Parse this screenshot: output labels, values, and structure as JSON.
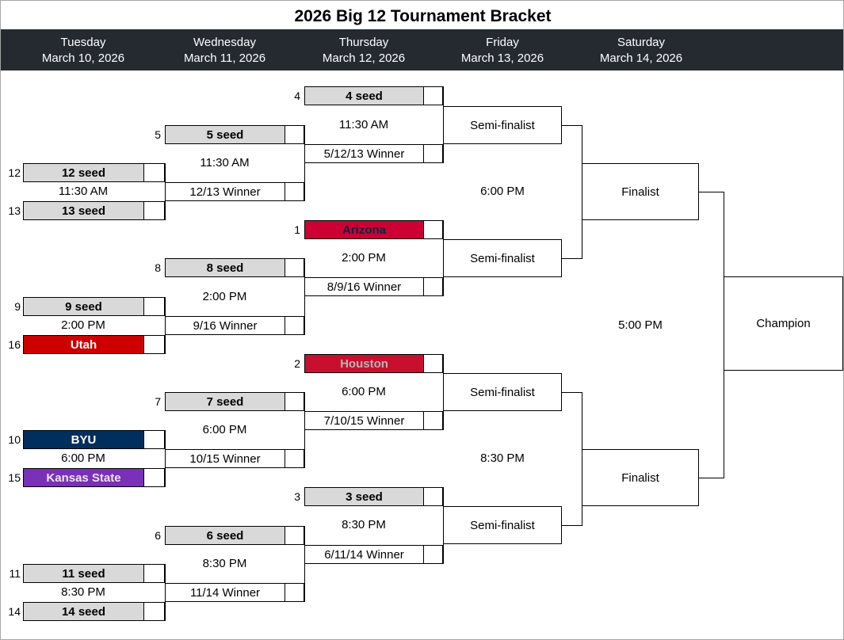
{
  "title": "2026 Big 12 Tournament Bracket",
  "header": {
    "columns": [
      {
        "day": "Tuesday",
        "date": "March 10, 2026"
      },
      {
        "day": "Wednesday",
        "date": "March 11, 2026"
      },
      {
        "day": "Thursday",
        "date": "March 12, 2026"
      },
      {
        "day": "Friday",
        "date": "March 13, 2026"
      },
      {
        "day": "Saturday",
        "date": "March 14, 2026"
      }
    ]
  },
  "bracket": {
    "round1": [
      {
        "seed": "12",
        "label": "12 seed"
      },
      {
        "seed": "13",
        "label": "13 seed"
      },
      {
        "seed": "9",
        "label": "9 seed"
      },
      {
        "seed": "16",
        "label": "Utah"
      },
      {
        "seed": "10",
        "label": "BYU"
      },
      {
        "seed": "15",
        "label": "Kansas State"
      },
      {
        "seed": "11",
        "label": "11 seed"
      },
      {
        "seed": "14",
        "label": "14 seed"
      }
    ],
    "round2": [
      {
        "seed": "5",
        "label": "5 seed"
      },
      {
        "label": "12/13 Winner"
      },
      {
        "seed": "8",
        "label": "8 seed"
      },
      {
        "label": "9/16 Winner"
      },
      {
        "seed": "7",
        "label": "7 seed"
      },
      {
        "label": "10/15 Winner"
      },
      {
        "seed": "6",
        "label": "6 seed"
      },
      {
        "label": "11/14 Winner"
      }
    ],
    "round3": [
      {
        "seed": "4",
        "label": "4 seed"
      },
      {
        "label": "5/12/13 Winner"
      },
      {
        "seed": "1",
        "label": "Arizona"
      },
      {
        "label": "8/9/16 Winner"
      },
      {
        "seed": "2",
        "label": "Houston"
      },
      {
        "label": "7/10/15 Winner"
      },
      {
        "seed": "3",
        "label": "3 seed"
      },
      {
        "label": "6/11/14 Winner"
      }
    ],
    "semifinalists": [
      "Semi-finalist",
      "Semi-finalist",
      "Semi-finalist",
      "Semi-finalist"
    ],
    "finalists": [
      "Finalist",
      "Finalist"
    ],
    "champion": "Champion"
  },
  "times": {
    "tuesday": [
      "11:30 AM",
      "2:00 PM",
      "6:00 PM",
      "8:30 PM"
    ],
    "wednesday": [
      "11:30 AM",
      "2:00 PM",
      "6:00 PM",
      "8:30 PM"
    ],
    "thursday": [
      "11:30 AM",
      "2:00 PM",
      "6:00 PM",
      "8:30 PM"
    ],
    "friday": [
      "6:00 PM",
      "8:30 PM"
    ],
    "saturday": [
      "5:00 PM"
    ]
  },
  "colors": {
    "header_bar": "#252A31",
    "header_text": "#FFFFFF",
    "seed_box_bg": "#D9D9D9",
    "arizona_bg": "#CC0033",
    "arizona_text": "#0C2340",
    "utah_bg": "#CC0000",
    "utah_text": "#FFFFFF",
    "houston_bg": "#C8102E",
    "houston_text": "#B5B8B8",
    "byu_bg": "#002E5D",
    "byu_text": "#FFFFFF",
    "kansas_state_bg": "#7A30B8",
    "kansas_state_text": "#EDE4F7"
  }
}
